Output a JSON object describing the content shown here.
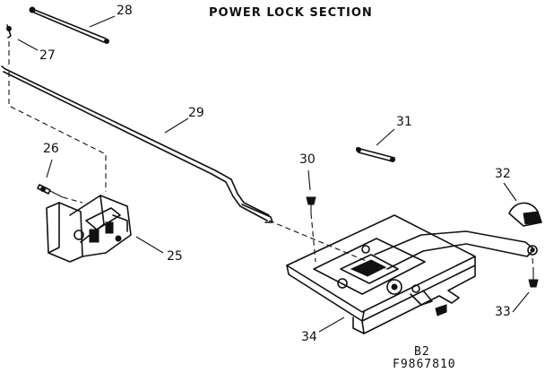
{
  "diagram": {
    "title": "POWER LOCK SECTION",
    "part_labels": {
      "p25": "25",
      "p26": "26",
      "p27": "27",
      "p28": "28",
      "p29": "29",
      "p30": "30",
      "p31": "31",
      "p32": "32",
      "p33": "33",
      "p34": "34"
    },
    "footer": {
      "code_line1": "B2",
      "code_line2": "F9867810"
    }
  }
}
